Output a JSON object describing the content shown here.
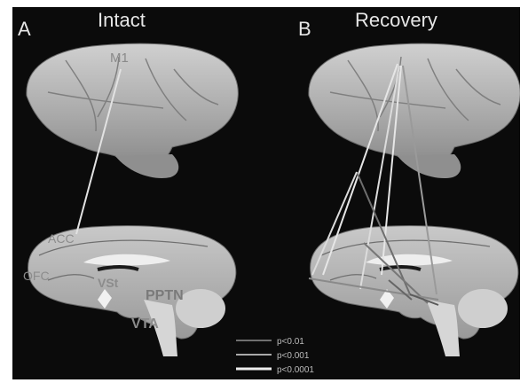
{
  "panels": [
    {
      "letter": "A",
      "title": "Intact"
    },
    {
      "letter": "B",
      "title": "Recovery"
    }
  ],
  "regions": {
    "m1": "M1",
    "acc": "ACC",
    "ofc": "OFC",
    "vst": "VSt",
    "pptn": "PPTN",
    "vta": "VTA"
  },
  "legend": [
    {
      "label": "p<0.01",
      "color": "#707070"
    },
    {
      "label": "p<0.001",
      "color": "#a9a9a9"
    },
    {
      "label": "p<0.0001",
      "color": "#ededed"
    }
  ],
  "colors": {
    "background": "#0b0b0b",
    "brain": "#b7b7b7",
    "brain_shadow": "#7f7f7f",
    "label": "#d8d8d8"
  }
}
